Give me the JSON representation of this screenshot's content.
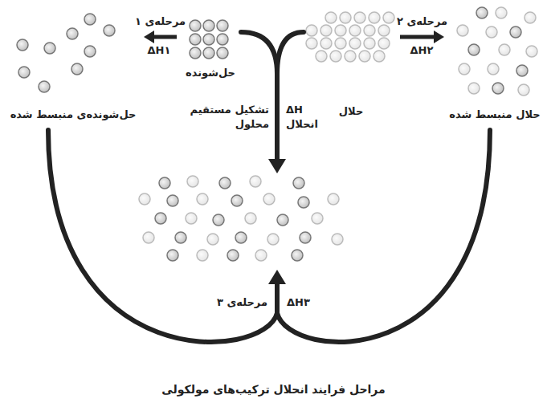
{
  "diagram": {
    "caption": "مراحل فرایند انحلال ترکیب‌های مولکولی",
    "nodes": [
      {
        "text": [
          "حل‌شونده"
        ]
      },
      {
        "text": [
          "حل‌شونده‌ی منبسط شده"
        ]
      },
      {
        "text": [
          "حلال"
        ]
      },
      {
        "text": [
          "حلال منبسط شده"
        ]
      }
    ],
    "edges": [
      {
        "from": 0,
        "to": 1,
        "arrow": "to",
        "label": "مرحله‌ی ۱"
      },
      {
        "from": 2,
        "to": 3,
        "arrow": "to",
        "label": "مرحله‌ی ۲"
      }
    ],
    "labels": [
      "ΔH۱",
      "ΔH۲",
      "ΔH انحلال",
      "تشکیل مستقیم محلول",
      "مرحله‌ی ۳",
      "ΔH۳"
    ]
  }
}
